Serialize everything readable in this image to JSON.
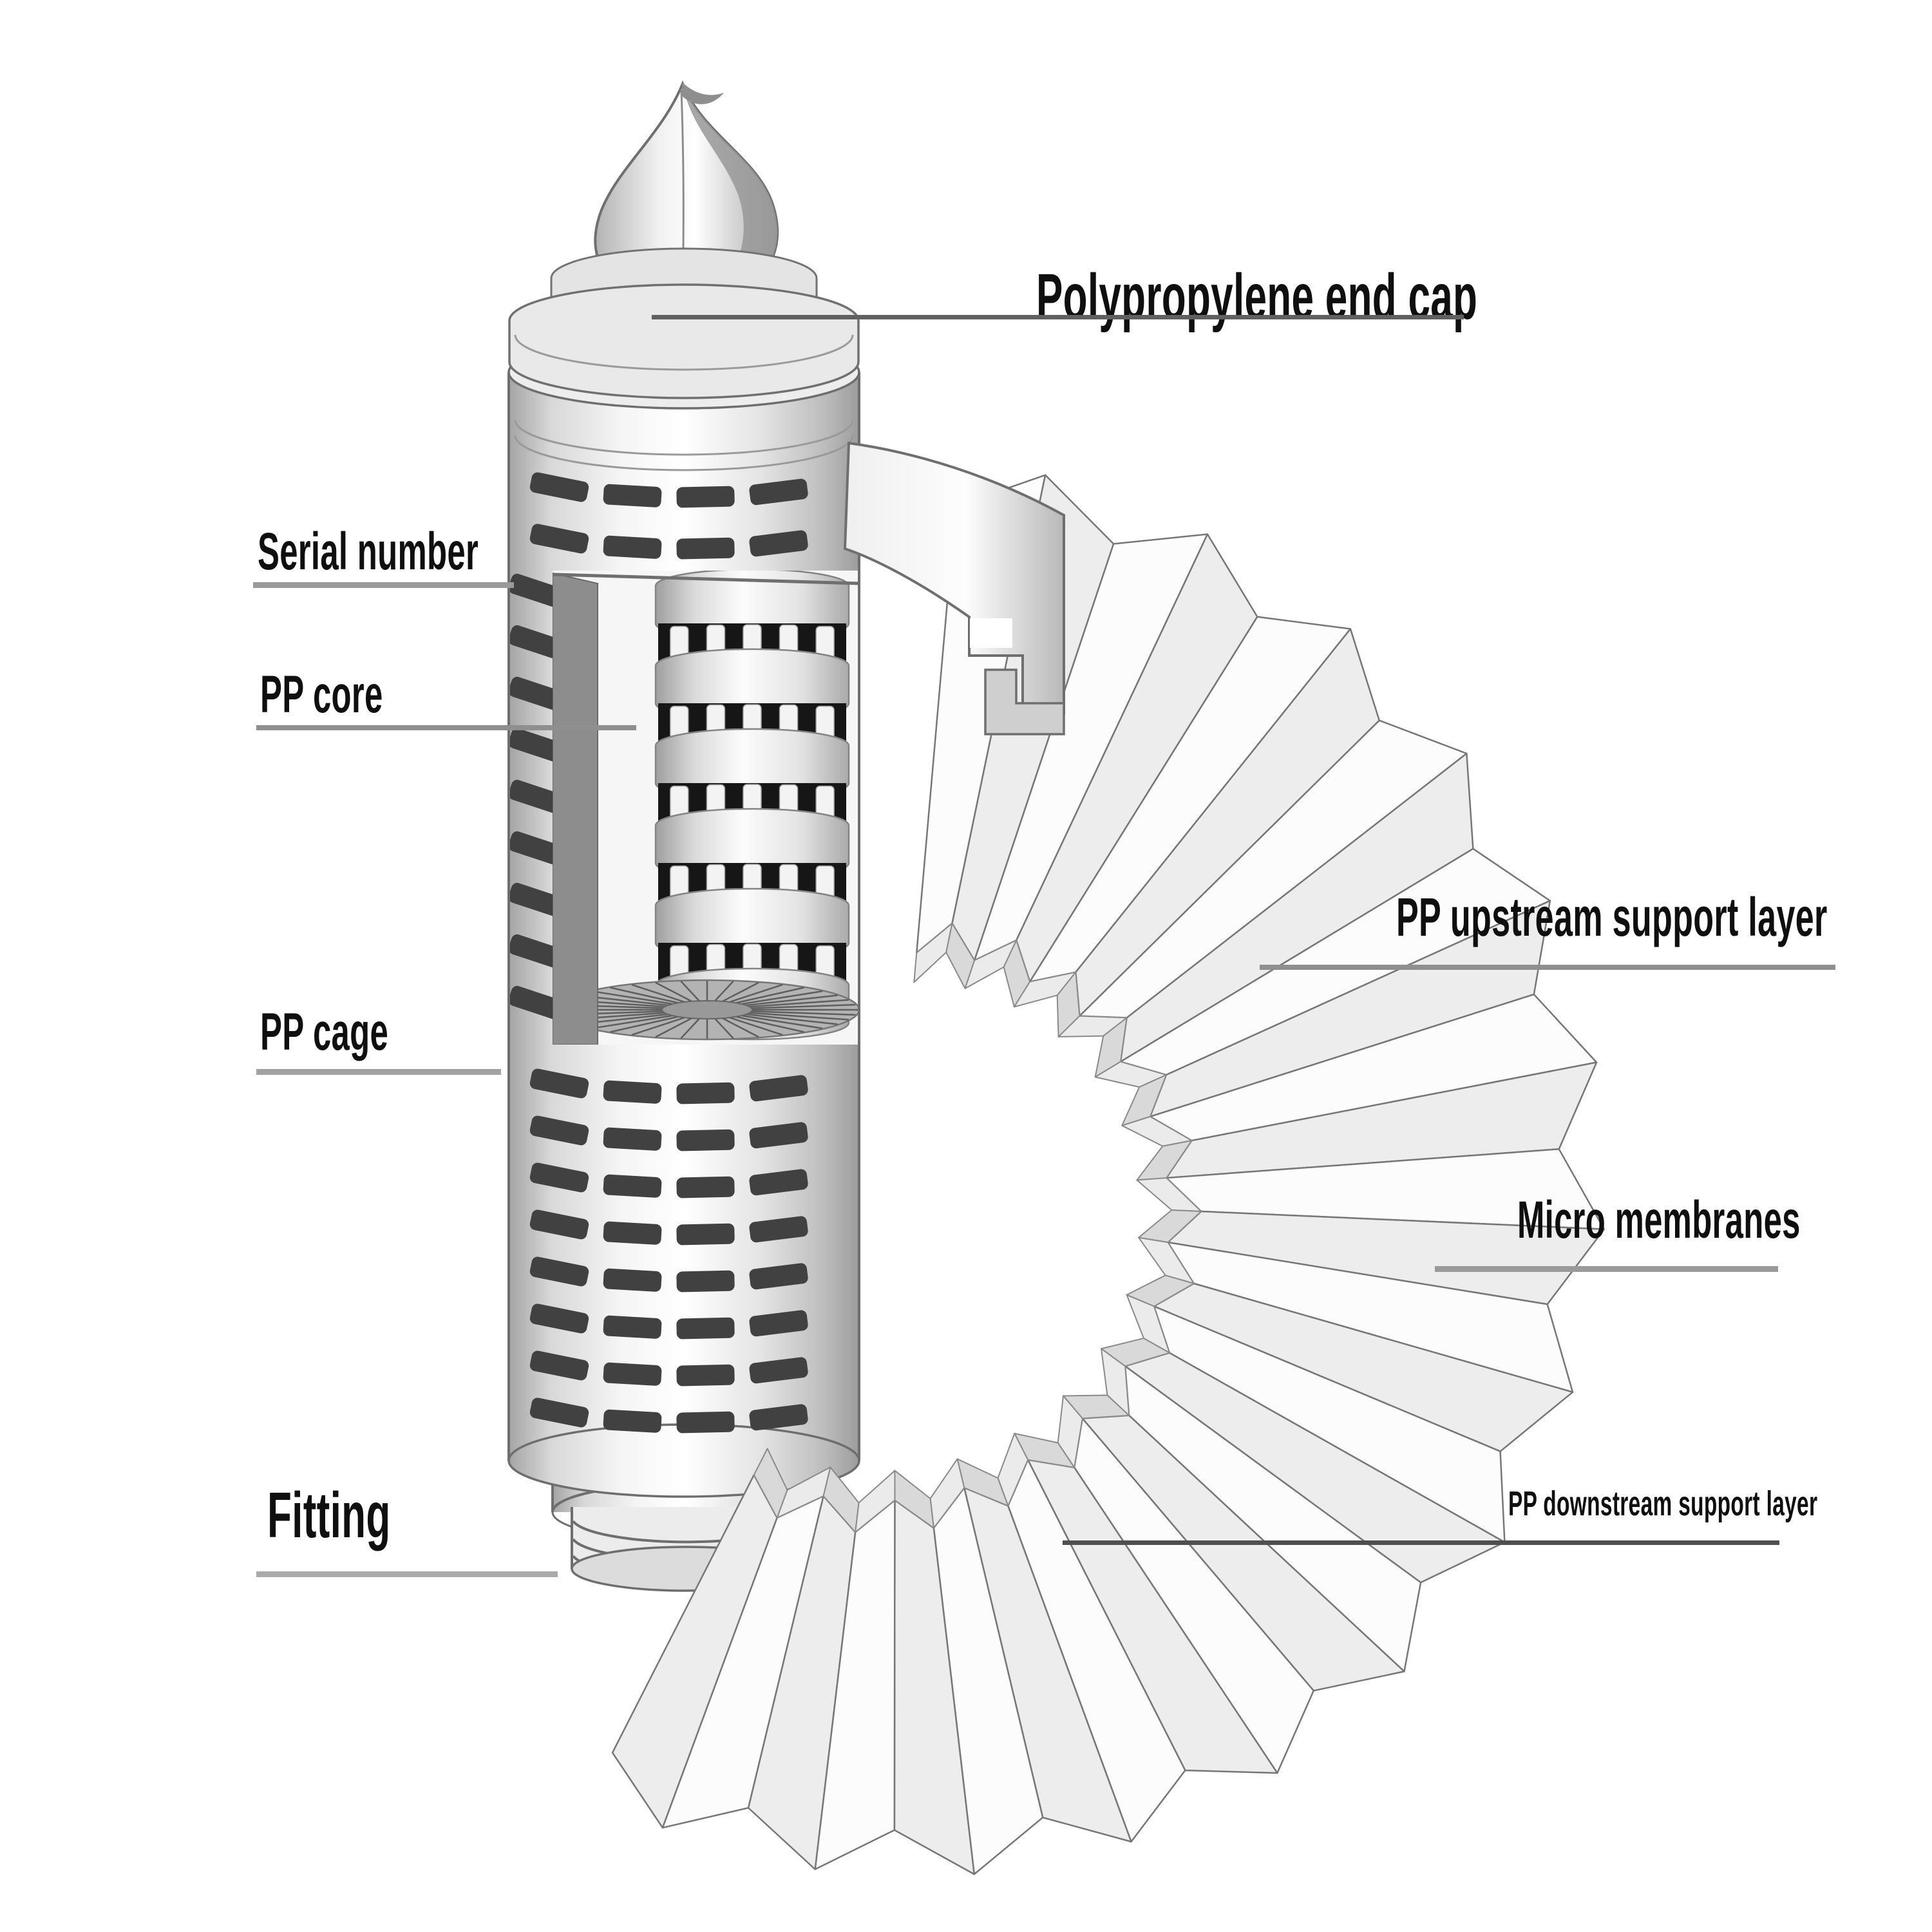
{
  "labels": {
    "end_cap": "Polypropylene end cap",
    "serial_number": "Serial number",
    "pp_core": "PP core",
    "pp_cage": "PP cage",
    "fitting": "Fitting",
    "upstream": "PP upstream support layer",
    "micro_membranes": "Micro membranes",
    "downstream": "PP downstream support layer"
  },
  "colors": {
    "background": "#ffffff",
    "label_text": "#0f0f0f",
    "outline": "#6e6e6e",
    "leader_light": "#9a9a9a",
    "leader_mid": "#8f8f8f",
    "leader_dark": "#4f4f4f",
    "slot_dark": "#414141",
    "core_window_dark": "#161616",
    "cut_wall_gray": "#8d8d8d"
  }
}
